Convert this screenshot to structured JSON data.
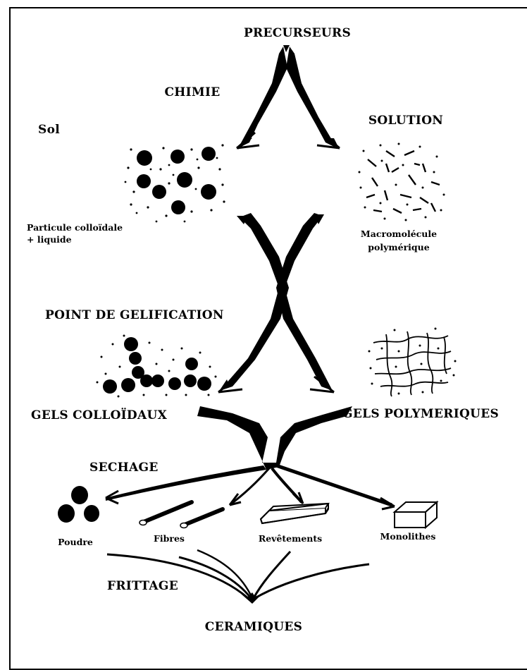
{
  "labels": {
    "precurseurs": "PRECURSEURS",
    "chimie": "CHIMIE",
    "sol": "Sol",
    "solution": "SOLUTION",
    "particule_line1": "Particule colloïdale",
    "particule_line2": "+ liquide",
    "macromolecule_line1": "Macromolécule",
    "macromolecule_line2": "polymérique",
    "point_gelification": "POINT DE GELIFICATION",
    "gels_colloidaux": "GELS COLLOÏDAUX",
    "gels_polymeriques": "GELS POLYMERIQUES",
    "sechage": "SECHAGE",
    "poudre": "Poudre",
    "fibres": "Fibres",
    "revetements": "Revêtements",
    "monolithes": "Monolithes",
    "frittage": "FRITTAGE",
    "ceramiques": "CERAMIQUES"
  },
  "colors": {
    "ink": "#000000",
    "paper": "#ffffff"
  }
}
